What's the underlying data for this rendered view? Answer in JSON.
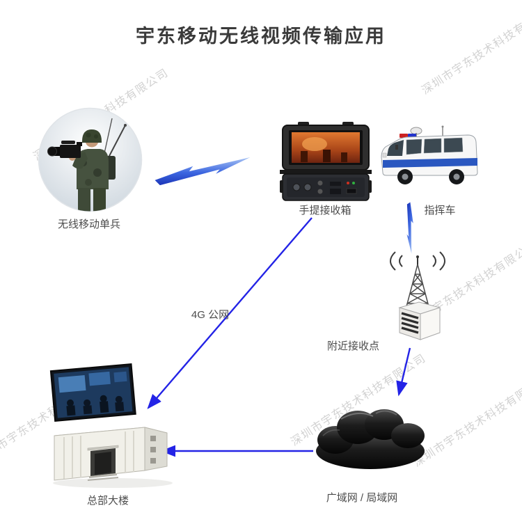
{
  "title": "宇东移动无线视频传输应用",
  "watermark": "深圳市宇东技术科技有限公司",
  "labels": {
    "soldier": "无线移动单兵",
    "case": "手提接收箱",
    "vehicle": "指挥车",
    "tower": "附近接收点",
    "building": "总部大楼",
    "cloud": "广域网 / 局域网",
    "link_4g": "4G 公网"
  },
  "connections": [
    {
      "from": "无线移动单兵",
      "to": "手提接收箱",
      "type": "wireless-lightning"
    },
    {
      "from": "指挥车",
      "to": "附近接收点",
      "type": "wireless-lightning"
    },
    {
      "from": "手提接收箱",
      "to": "总部大楼",
      "label": "4G 公网",
      "type": "arrow"
    },
    {
      "from": "附近接收点",
      "to": "广域网 / 局域网",
      "type": "arrow"
    },
    {
      "from": "广域网 / 局域网",
      "to": "总部大楼",
      "type": "arrow"
    }
  ],
  "colors": {
    "arrow": "#2323e6",
    "bolt_light": "#a8c4f4",
    "bolt_dark": "#1c35b8",
    "title_text": "#3a3a3a",
    "label_text": "#4c4c4c",
    "watermark_text": "#d2d2d2",
    "cloud_dark": "#060606"
  }
}
